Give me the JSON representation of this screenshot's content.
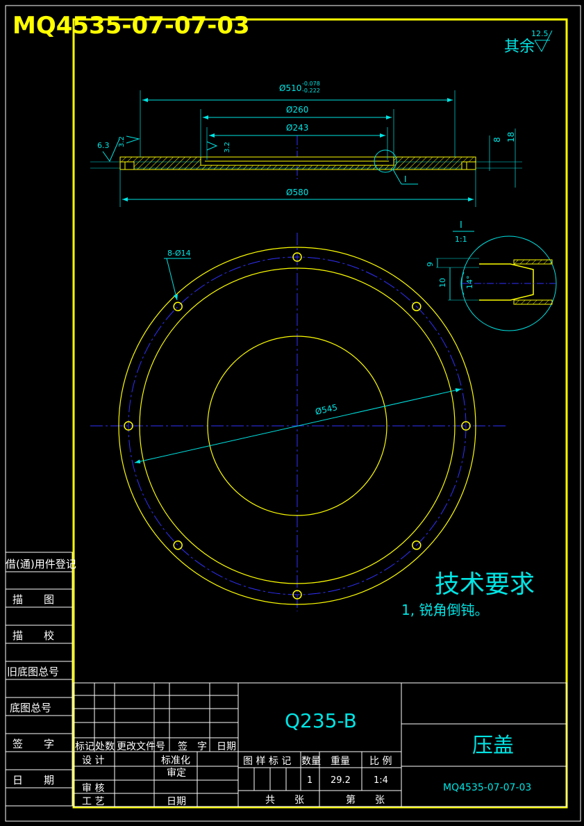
{
  "header": {
    "drawing_number": "MQ4535-07-07-03"
  },
  "surface_finish": {
    "label": "其余",
    "value": "12.5"
  },
  "section_view": {
    "dim_outer_diameter": "Ø510",
    "dim_outer_tol_upper": "-0.078",
    "dim_outer_tol_lower": "-0.222",
    "dim_d260": "Ø260",
    "dim_d243": "Ø243",
    "dim_d580": "Ø580",
    "dim_8": "8",
    "dim_18": "18",
    "rough_63": "6.3",
    "rough_32_left": "3.2",
    "rough_32_inner": "3.2",
    "detail_marker": "I"
  },
  "detail_view": {
    "label": "I",
    "scale": "1:1",
    "dim_9": "9",
    "dim_10": "10",
    "dim_14": "14°"
  },
  "plan_view": {
    "holes_label": "8-Ø14",
    "pcd_label": "Ø545"
  },
  "tech_requirements": {
    "title": "技术要求",
    "item1": "1, 锐角倒钝。"
  },
  "left_strip": [
    "借(通)用件登记",
    "描　　图",
    "描　　校",
    "旧底图总号",
    "底图总号",
    "签　　字",
    "日　　期"
  ],
  "title_block": {
    "material": "Q235-B",
    "part_name": "压盖",
    "drawing_number": "MQ4535-07-07-03",
    "rev_headers": [
      "标记",
      "处数",
      "更改文件号",
      "签　字",
      "日期"
    ],
    "role_design": "设 计",
    "role_standard": "标准化",
    "role_approve": "审定",
    "role_check": "审 核",
    "role_process": "工 艺",
    "role_date": "日期",
    "col_stage": "图 样 标 记",
    "col_qty": "数量",
    "col_weight": "重量",
    "col_scale": "比 例",
    "qty": "1",
    "weight": "29.2",
    "scale": "1:4",
    "total_sheets": "共　　张",
    "sheet_no": "第　　张"
  },
  "colors": {
    "background": "#000000",
    "border": "#ffff00",
    "geometry": "#ffff00",
    "dimension": "#00e5e5",
    "centerline": "#3030ff",
    "frame": "#ffffff"
  }
}
